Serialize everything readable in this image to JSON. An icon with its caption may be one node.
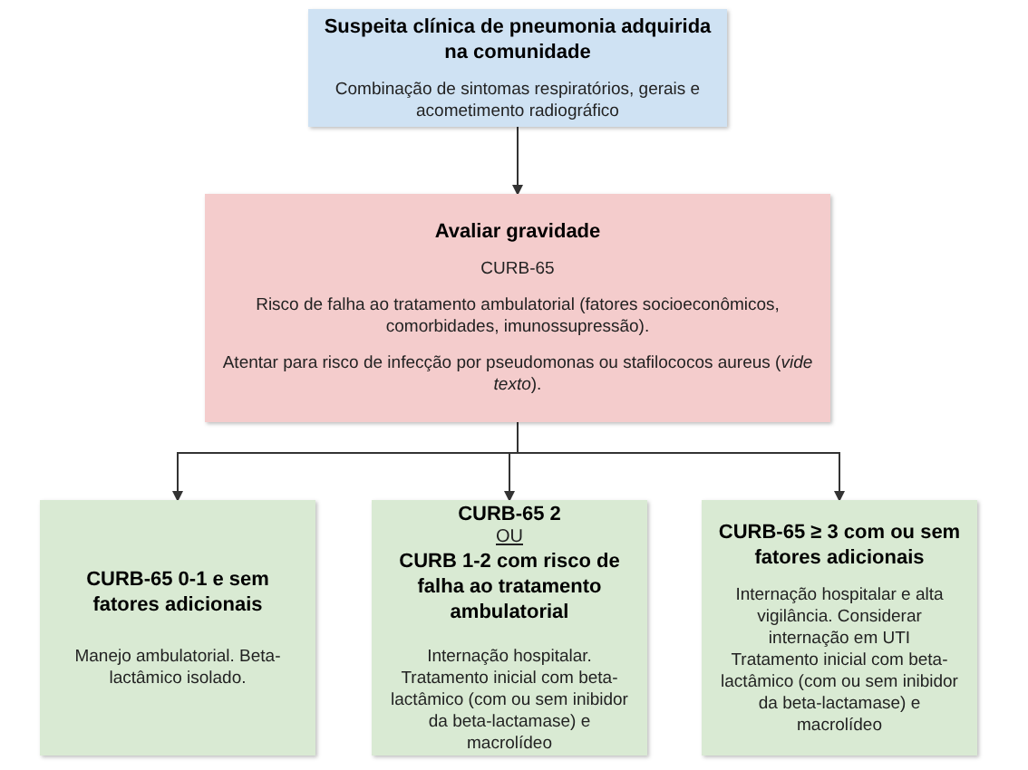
{
  "diagram": {
    "nodes": [
      {
        "text": [
          "Suspeita clínica de pneumonia adquirida na comunidade",
          "Combinação de sintomas respiratórios, gerais e acometimento radiográfico"
        ]
      },
      {
        "text": [
          "Avaliar gravidade",
          "CURB-65",
          "Risco de falha ao tratamento ambulatorial (fatores socioeconômicos, comorbidades, imunossupressão).",
          "Atentar para risco de infecção por pseudomonas ou stafilococos aureus (*vide texto*)."
        ]
      },
      {
        "text": [
          "CURB-65 0-1 e sem fatores adicionais",
          "Manejo ambulatorial. Beta-lactâmico isolado."
        ]
      },
      {
        "text": [
          "CURB-65 2",
          "OU",
          "CURB 1-2 com risco de falha ao tratamento ambulatorial",
          "Internação hospitalar. Tratamento inicial com beta-lactâmico (com ou sem inibidor da beta-lactamase) e macrolídeo"
        ]
      },
      {
        "text": [
          "CURB-65 ≥ 3 com ou sem fatores adicionais",
          "Internação hospitalar e alta vigilância. Considerar internação em UTI",
          "Tratamento inicial com beta-lactâmico  (com ou sem inibidor da beta-lactamase) e macrolídeo"
        ]
      }
    ],
    "edges": [
      {
        "from": 0,
        "to": 1,
        "arrow": "to"
      },
      {
        "from": 1,
        "to": 2,
        "arrow": "to"
      },
      {
        "from": 1,
        "to": 3,
        "arrow": "to"
      },
      {
        "from": 1,
        "to": 4,
        "arrow": "to"
      }
    ]
  }
}
